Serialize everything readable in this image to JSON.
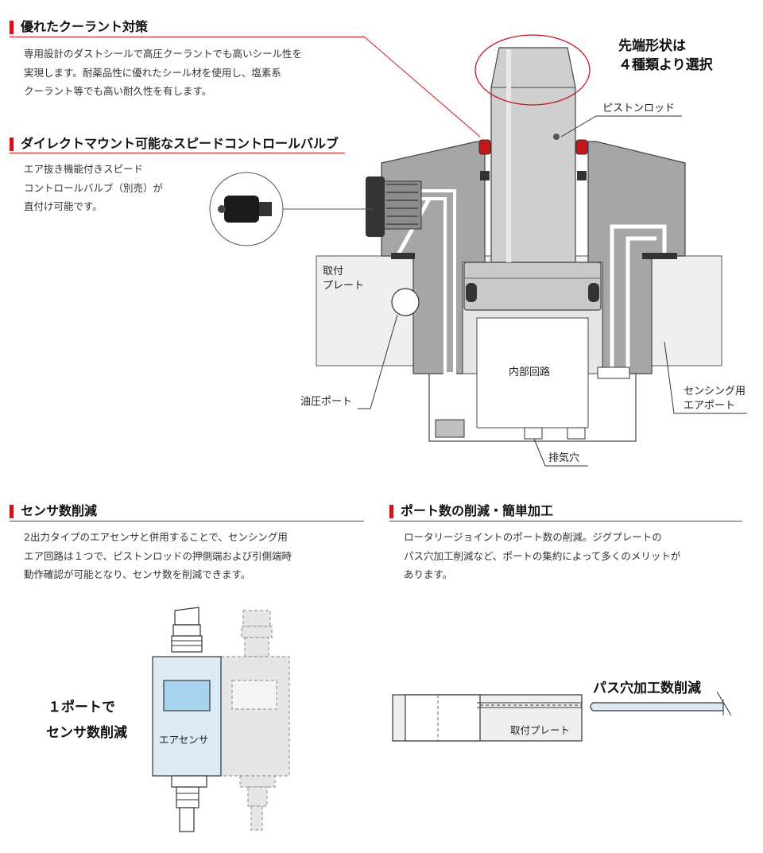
{
  "sections": {
    "coolant": {
      "title": "優れたクーラント対策",
      "lines": [
        "専用設計のダストシールで高圧クーラントでも高いシール性を",
        "実現します。耐薬品性に優れたシール材を使用し、塩素系",
        "クーラント等でも高い耐久性を有します。"
      ]
    },
    "valve": {
      "title": "ダイレクトマウント可能なスピードコントロールバルブ",
      "lines": [
        "エア抜き機能付きスピード",
        "コントロールバルブ（別売）が",
        "直付け可能です。"
      ]
    },
    "sensor": {
      "title": "センサ数削減",
      "lines": [
        "2出力タイプのエアセンサと併用することで、センシング用",
        "エア回路は１つで、ピストンロッドの押側端および引側端時",
        "動作確認が可能となり、センサ数を削減できます。"
      ]
    },
    "ports": {
      "title": "ポート数の削減・簡単加工",
      "lines": [
        "ロータリージョイントのポート数の削減。ジグプレートの",
        "パス穴加工削減など、ポートの集約によって多くのメリットが",
        "あります。"
      ]
    }
  },
  "diagram": {
    "tip_label_1": "先端形状は",
    "tip_label_2": "４種類より選択",
    "piston_rod": "ピストンロッド",
    "mount_plate_1": "取付",
    "mount_plate_2": "プレート",
    "internal_circuit": "内部回路",
    "oil_port": "油圧ポート",
    "sensing_port_1": "センシング用",
    "sensing_port_2": "エアポート",
    "exhaust": "排気穴"
  },
  "sensor_figure": {
    "caption_1": "１ポートで",
    "caption_2": "センサ数削減",
    "device_label": "エアセンサ"
  },
  "plate_figure": {
    "caption": "パス穴加工数削減",
    "plate_label": "取付プレート"
  },
  "colors": {
    "accent": "#c8161d",
    "body_gray": "#a6a6a6",
    "rod_gray": "#c9c9c9",
    "plate_fill": "#efefef",
    "sensor_blue": "#dbeaf5"
  }
}
